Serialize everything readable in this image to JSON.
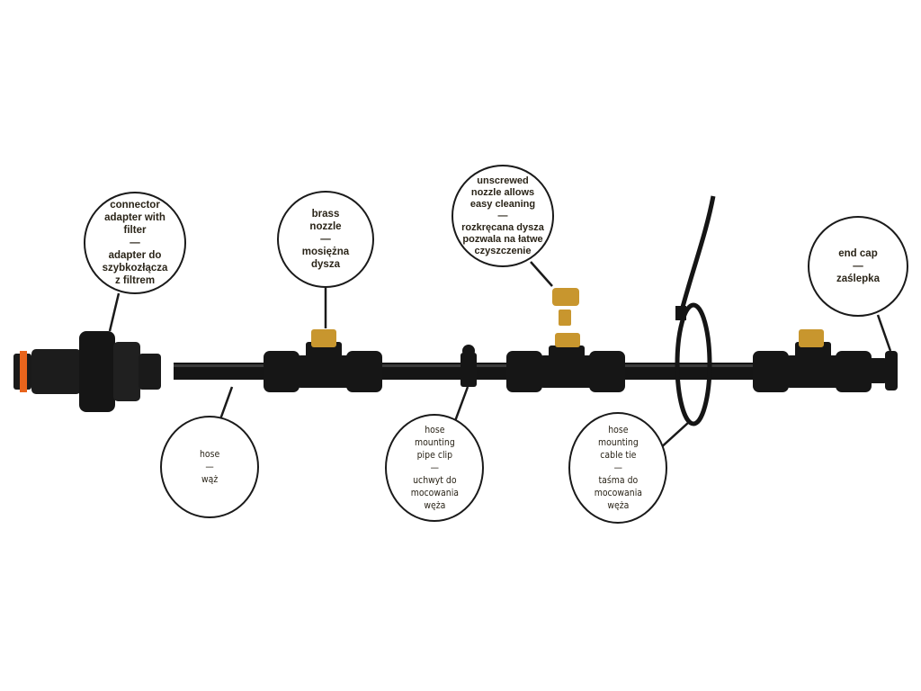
{
  "labels": {
    "connector": {
      "en": [
        "connector",
        "adapter with",
        "filter"
      ],
      "dash": "—",
      "pl": [
        "adapter do",
        "szybkozłącza",
        "z filtrem"
      ]
    },
    "brass_nozzle": {
      "en": [
        "brass",
        "nozzle"
      ],
      "dash": "—",
      "pl": [
        "mosiężna",
        "dysza"
      ]
    },
    "unscrewed_nozzle": {
      "en": [
        "unscrewed",
        "nozzle allows",
        "easy cleaning"
      ],
      "dash": "—",
      "pl": [
        "rozkręcana dysza",
        "pozwala na łatwe",
        "czyszczenie"
      ]
    },
    "end_cap": {
      "en": [
        "end cap"
      ],
      "dash": "—",
      "pl": [
        "zaślepka"
      ]
    },
    "hose": {
      "en": [
        "hose"
      ],
      "dash": "—",
      "pl": [
        "wąż"
      ]
    },
    "pipe_clip": {
      "en": [
        "hose",
        "mounting",
        "pipe clip"
      ],
      "dash": "—",
      "pl": [
        "uchwyt do",
        "mocowania",
        "węża"
      ]
    },
    "cable_tie": {
      "en": [
        "hose",
        "mounting",
        "cable tie"
      ],
      "dash": "—",
      "pl": [
        "taśma do",
        "mocowania",
        "węża"
      ]
    }
  },
  "colors": {
    "brass": "#c8962e",
    "plastic": "#151515",
    "ring": "#e8641c"
  }
}
